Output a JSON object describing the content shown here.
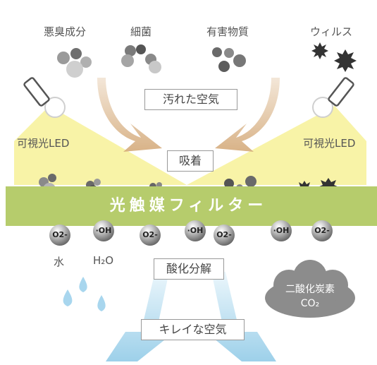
{
  "pollutants": {
    "odor": "悪臭成分",
    "bacteria": "細菌",
    "harmful": "有害物質",
    "virus": "ウィルス"
  },
  "light_left": "可視光LED",
  "light_right": "可視光LED",
  "boxes": {
    "dirty_air": "汚れた空気",
    "adsorption": "吸着",
    "decomposition": "酸化分解",
    "clean_air": "キレイな空気"
  },
  "filter_label": "光触媒フィルター",
  "ions": [
    "O2-",
    "·OH",
    "O2-",
    "·OH",
    "O2-",
    "·OH",
    "O2-"
  ],
  "water_label": "水",
  "h2o_label": "H₂O",
  "co2_label_1": "二酸化炭素",
  "co2_label_2": "CO₂",
  "colors": {
    "filter": "#b6cc6c",
    "light": "#f6ef8a",
    "arrow_brown": "#d9b58c",
    "arrow_blue": "#9fd0e8",
    "water": "#a8d6ee",
    "cloud": "#8c8c8c",
    "particle": "#8a8a8a"
  }
}
